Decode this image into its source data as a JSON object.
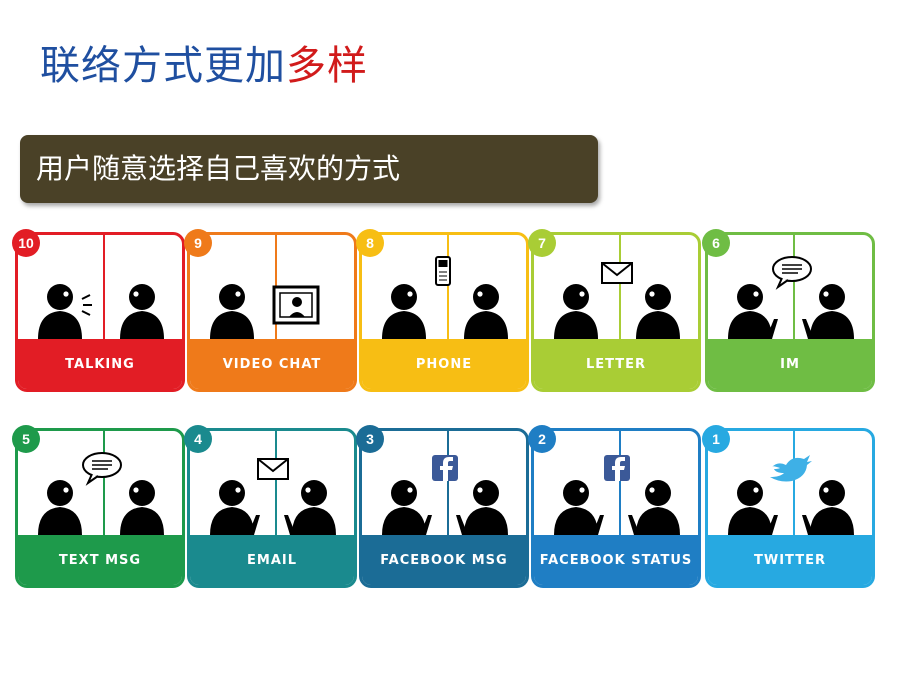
{
  "title": {
    "part1": "联络方式更加",
    "part2": "多样"
  },
  "banner": {
    "text": "用户随意选择自己喜欢的方式"
  },
  "colors": {
    "title_blue": "#1f4fa0",
    "title_red": "#d11b1b",
    "banner_bg": "#4a4127"
  },
  "cards": [
    {
      "number": "10",
      "label": "TALKING",
      "color": "#e21d25",
      "icon": "speech-lines-icon"
    },
    {
      "number": "9",
      "label": "VIDEO CHAT",
      "color": "#ef7a1a",
      "icon": "video-screen-icon"
    },
    {
      "number": "8",
      "label": "PHONE",
      "color": "#f7be14",
      "icon": "mobile-phone-icon"
    },
    {
      "number": "7",
      "label": "LETTER",
      "color": "#a9cd35",
      "icon": "envelope-icon"
    },
    {
      "number": "6",
      "label": "IM",
      "color": "#6fbd44",
      "icon": "chat-bubble-icon"
    },
    {
      "number": "5",
      "label": "TEXT MSG",
      "color": "#1e9a4b",
      "icon": "chat-bubble-icon"
    },
    {
      "number": "4",
      "label": "EMAIL",
      "color": "#1a8a8e",
      "icon": "envelope-icon"
    },
    {
      "number": "3",
      "label": "FACEBOOK MSG",
      "color": "#1b6c96",
      "icon": "facebook-icon"
    },
    {
      "number": "2",
      "label": "FACEBOOK STATUS",
      "color": "#1f7ec4",
      "icon": "facebook-icon"
    },
    {
      "number": "1",
      "label": "TWITTER",
      "color": "#27a9e1",
      "icon": "twitter-bird-icon"
    }
  ]
}
